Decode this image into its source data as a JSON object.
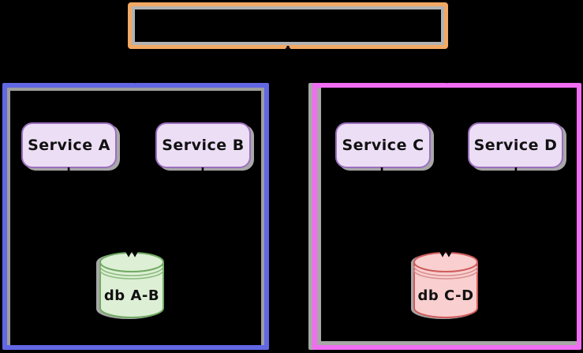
{
  "diagram": {
    "title_box": {
      "label": ""
    },
    "left_group": {
      "label": "",
      "border_color": "#6267e3",
      "services": [
        {
          "label": "Service A"
        },
        {
          "label": "Service B"
        }
      ],
      "database": {
        "label": "db A-B",
        "fill": "#ddefd5",
        "stroke": "#71aa64"
      }
    },
    "right_group": {
      "label": "",
      "border_color": "#f16df3",
      "services": [
        {
          "label": "Service C"
        },
        {
          "label": "Service D"
        }
      ],
      "database": {
        "label": "db C-D",
        "fill": "#f9cfcf",
        "stroke": "#cf5c5c"
      }
    },
    "colors": {
      "background": "#000000",
      "top_box_border": "#f2a963",
      "accent_gray": "#a8a8a8",
      "service_fill": "#ecdef5",
      "service_border": "#9b70bd",
      "arrow": "#000000",
      "text": "#111111"
    }
  }
}
